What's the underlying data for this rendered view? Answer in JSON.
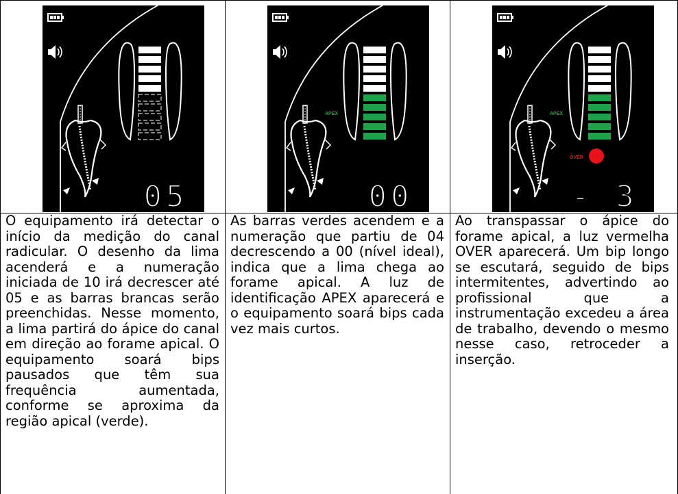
{
  "panels": [
    {
      "digits": "05",
      "apex_label": "",
      "over_label": "",
      "description": "O equipamento irá detectar o início da medição do canal radicular. O desenho da lima acenderá e a numeração iniciada de 10 irá decrescer até 05 e as barras brancas serão preenchidas. Nesse momento, a lima partirá do ápice do canal em direção ao forame apical. O equipamento soará bips pausados que têm sua frequência aumentada, conforme se aproxima da região apical (verde)."
    },
    {
      "digits": "00",
      "apex_label": "APEX",
      "over_label": "",
      "description": "As barras verdes acendem e a numeração que partiu de 04 decrescendo a 00 (nível ideal), indica que a lima chega ao forame apical. A luz de identificação APEX aparecerá e o equipamento soará bips cada vez mais curtos."
    },
    {
      "digits": "- 3",
      "apex_label": "APEX",
      "over_label": "OVER",
      "description": "Ao transpassar o ápice do forame apical, a luz vermelha OVER aparecerá. Um bip longo se escutará, seguido de bips intermitentes, advertindo ao profissional que a instrumentação excedeu a área de trabalho, devendo o mesmo nesse caso, retroceder a inserção."
    }
  ],
  "colors": {
    "screen_bg": "#000000",
    "bar_white": "#ffffff",
    "bar_green": "#1fa34a",
    "apex_text": "#1fa34a",
    "over_light": "#e8121b",
    "over_text": "#e8121b",
    "outline": "#ffffff"
  },
  "icons": [
    "battery-icon",
    "speaker-icon",
    "file-tooth-icon"
  ]
}
